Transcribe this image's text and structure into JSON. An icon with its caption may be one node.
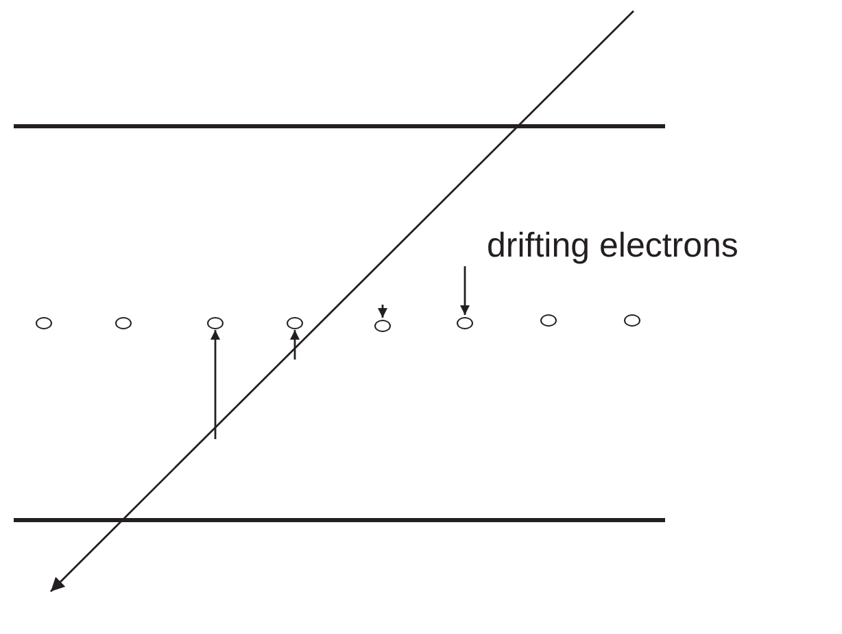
{
  "diagram": {
    "nodes": [
      {
        "text": [],
        "shape": "circle"
      },
      {
        "text": [],
        "shape": "circle"
      },
      {
        "text": [],
        "shape": "circle"
      },
      {
        "text": [],
        "shape": "circle"
      },
      {
        "text": [],
        "shape": "circle"
      },
      {
        "text": [],
        "shape": "circle"
      },
      {
        "text": [],
        "shape": "circle"
      },
      {
        "text": [],
        "shape": "circle"
      }
    ],
    "edges": [
      {
        "from": null,
        "to": 2,
        "arrow": "to"
      },
      {
        "from": null,
        "to": 3,
        "arrow": "to"
      },
      {
        "from": null,
        "to": 4,
        "arrow": "to"
      },
      {
        "from": null,
        "to": 5,
        "arrow": "to"
      }
    ],
    "labels": [
      "drifting electrons"
    ]
  }
}
